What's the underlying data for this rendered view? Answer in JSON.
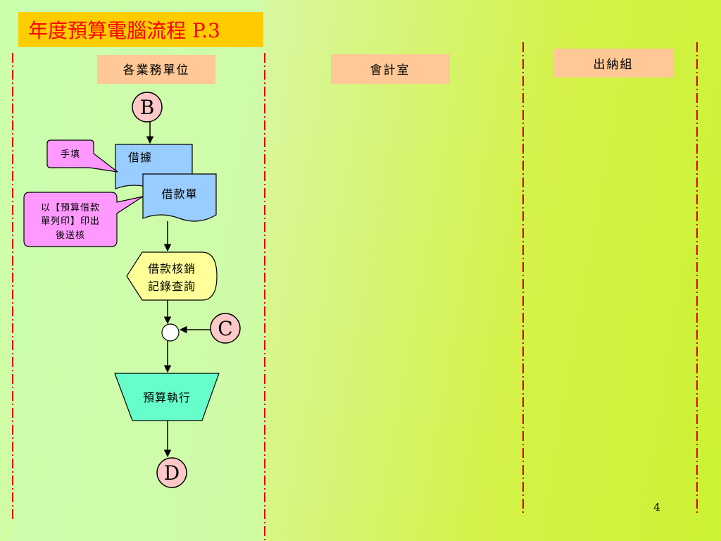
{
  "slide": {
    "title": "年度預算電腦流程 P.3",
    "page_number": "4"
  },
  "lanes": [
    {
      "label": "各業務單位"
    },
    {
      "label": "會計室"
    },
    {
      "label": "出納組"
    }
  ],
  "connectors": {
    "b": "B",
    "c": "C",
    "d": "D"
  },
  "nodes": {
    "borrow_receipt": "借據",
    "loan_form": "借款單",
    "query": [
      "借款核銷",
      "記錄查詢"
    ],
    "budget_exec": "預算執行"
  },
  "callouts": {
    "handfill": "手填",
    "print": [
      "以【預算借款",
      "單列印】印出",
      "後送核"
    ]
  },
  "colors": {
    "title_bg": "#ffcc00",
    "title_text": "#ff0000",
    "lane_header_bg": "#ffc896",
    "lane_divider": "#dd0000",
    "connector_fill": "#ffc8c8",
    "document_fill": "#99ccff",
    "display_fill": "#ffff99",
    "manual_op_fill": "#66ffcc",
    "callout_fill": "#ff99ff"
  }
}
